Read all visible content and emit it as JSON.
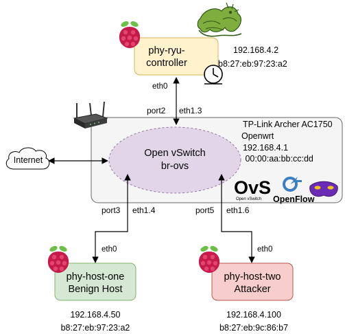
{
  "controller": {
    "line1": "phy-ryu-",
    "line2": "controller",
    "ip": "192.168.4.2",
    "mac": "b8:27:eb:97:23:a2",
    "iface": "eth0"
  },
  "router": {
    "title": "TP-Link Archer AC1750",
    "os": "Openwrt",
    "ip": "192.168.4.1",
    "mac": " 00:00:aa:bb:cc:dd"
  },
  "switch": {
    "line1": "Open vSwitch",
    "line2": "br-ovs"
  },
  "ports": {
    "top_port": "port2",
    "top_eth": "eth1.3",
    "left_port": "port3",
    "left_eth": "eth1.4",
    "right_port": "port5",
    "right_eth": "eth1.6"
  },
  "internet": {
    "label": "Internet"
  },
  "host_one": {
    "line1": "phy-host-one",
    "line2": "Benign Host",
    "iface": "eth0",
    "ip": "192.168.4.50",
    "mac": "b8:27:eb:97:23:a2"
  },
  "host_two": {
    "line1": "phy-host-two",
    "line2": "Attacker",
    "iface": "eth0",
    "ip": "192.168.4.100",
    "mac": "b8:27:eb:9c:86:b7"
  },
  "logos": {
    "ovs_mark": "OvS",
    "ovs_caption": "Open vSwitch",
    "openflow": "OpenFlow"
  },
  "icons": [
    "raspberry-pi-icon",
    "ryu-dragon-icon",
    "clock-icon",
    "wifi-router-icon",
    "cloud-icon",
    "ovs-logo",
    "openflow-logo",
    "mask-icon"
  ],
  "colors": {
    "controller_fill": "#fff2cc",
    "controller_stroke": "#d6b656",
    "router_fill": "#f5f5f5",
    "router_stroke": "#666666",
    "switch_fill": "#e1d5e7",
    "switch_stroke": "#9673a6",
    "host_one_fill": "#d5e8d4",
    "host_one_stroke": "#82b366",
    "host_two_fill": "#f8cecc",
    "host_two_stroke": "#b85450"
  }
}
